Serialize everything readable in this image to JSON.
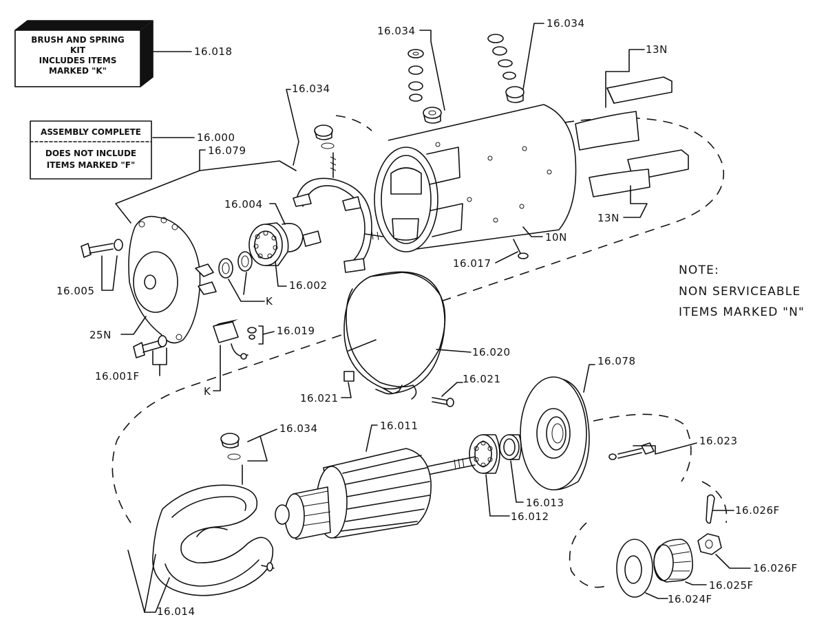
{
  "boxes": {
    "kit_line1": "BRUSH AND SPRING",
    "kit_line2": "KIT",
    "kit_line3": "INCLUDES ITEMS",
    "kit_line4": "MARKED \"K\"",
    "assembly_line1": "ASSEMBLY COMPLETE",
    "assembly_line2": "DOES NOT INCLUDE",
    "assembly_line3": "ITEMS MARKED \"F\""
  },
  "note": {
    "line1": "NOTE:",
    "line2": "NON SERVICEABLE",
    "line3": "ITEMS MARKED \"N\""
  },
  "labels": {
    "p16_018": "16.018",
    "p16_000": "16.000",
    "p16_079": "16.079",
    "p16_034_a": "16.034",
    "p16_034_b": "16.034",
    "p16_034_c": "16.034",
    "p16_034_d": "16.034",
    "p13n_top": "13N",
    "p13n_bottom": "13N",
    "p16_004": "16.004",
    "p10n": "10N",
    "p16_017": "16.017",
    "p16_005": "16.005",
    "p16_002": "16.002",
    "k_1": "K",
    "k_2": "K",
    "p25n": "25N",
    "p16_019": "16.019",
    "p16_001f": "16.001F",
    "p16_020": "16.020",
    "p16_021_a": "16.021",
    "p16_021_b": "16.021",
    "p16_078": "16.078",
    "p16_011": "16.011",
    "p16_023": "16.023",
    "p16_013": "16.013",
    "p16_012": "16.012",
    "p16_026f_a": "16.026F",
    "p16_026f_b": "16.026F",
    "p16_025f": "16.025F",
    "p16_024f": "16.024F",
    "p16_014": "16.014"
  }
}
